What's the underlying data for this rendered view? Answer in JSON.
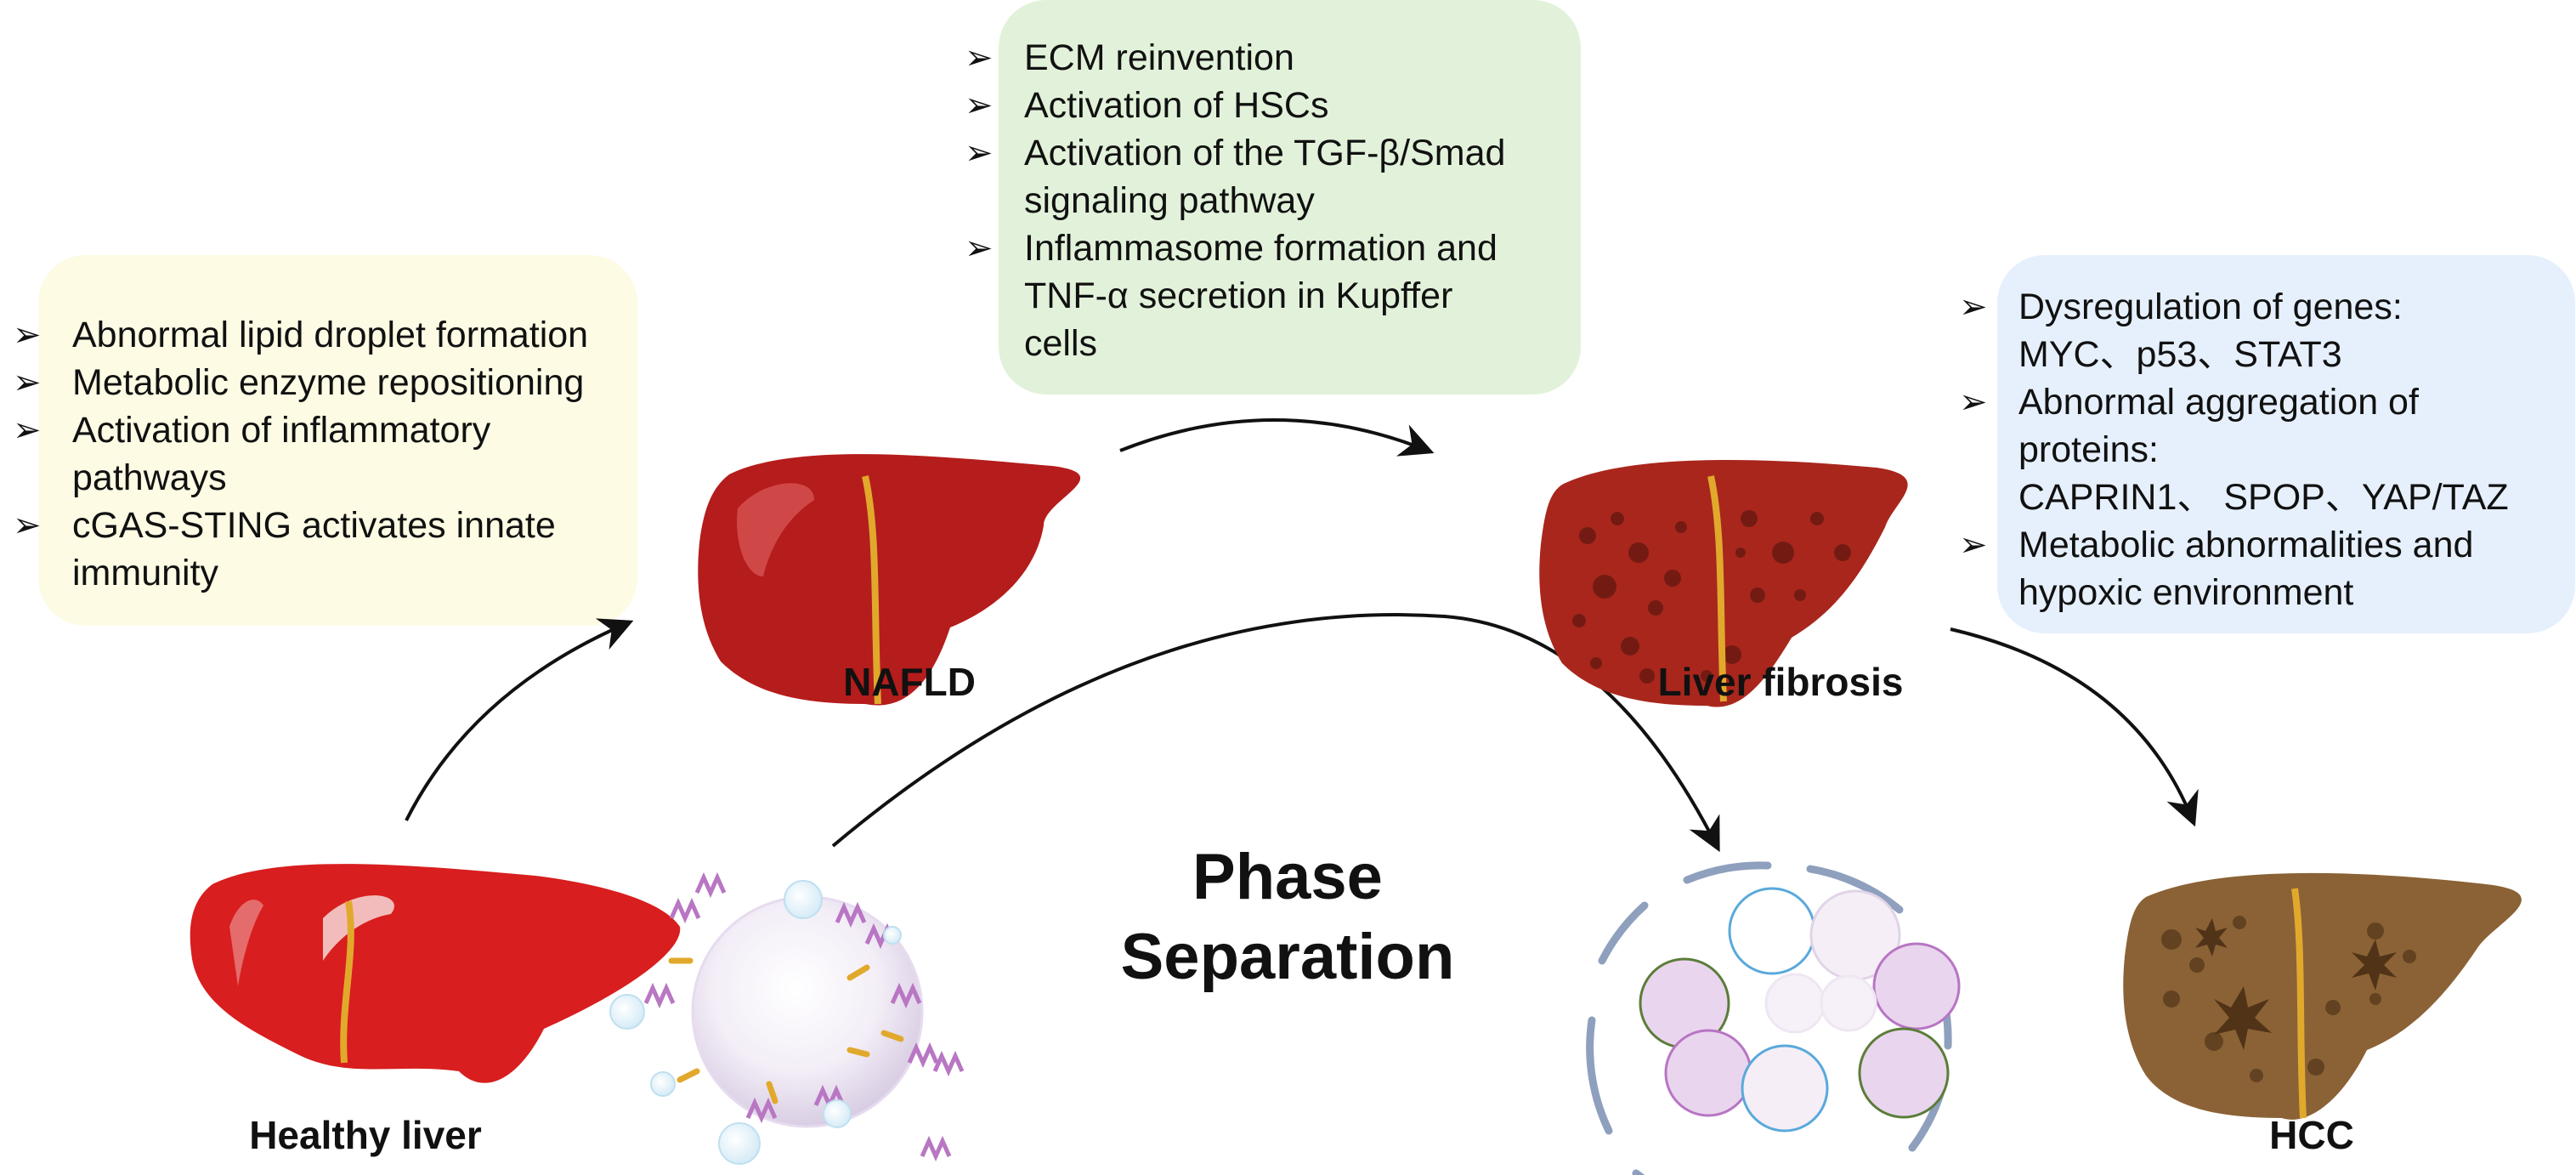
{
  "boxes": {
    "nafld_mechanisms": {
      "items": [
        [
          "Abnormal lipid droplet formation"
        ],
        [
          "Metabolic enzyme repositioning"
        ],
        [
          "Activation of inflammatory",
          "pathways"
        ],
        [
          "cGAS-STING activates innate",
          "immunity"
        ]
      ],
      "background": "#fdfbe4"
    },
    "fibrosis_mechanisms": {
      "items": [
        [
          "ECM reinvention"
        ],
        [
          "Activation of HSCs"
        ],
        [
          "Activation of the TGF-β/Smad",
          "signaling pathway"
        ],
        [
          "Inflammasome formation and",
          "TNF-α secretion in Kupffer",
          "cells"
        ]
      ],
      "background": "#e2f2da"
    },
    "hcc_mechanisms": {
      "items": [
        [
          "Dysregulation of genes:",
          "MYC、p53、STAT3"
        ],
        [
          "Abnormal aggregation of",
          "proteins:",
          "CAPRIN1、 SPOP、YAP/TAZ"
        ],
        [
          "Metabolic abnormalities and",
          "hypoxic environment"
        ]
      ],
      "background": "#e6f0fc"
    }
  },
  "bullet_symbol": "➢",
  "stages": {
    "healthy": "Healthy liver",
    "nafld": "NAFLD",
    "fibrosis": "Liver fibrosis",
    "hcc": "HCC"
  },
  "center_title": {
    "line1": "Phase",
    "line2": "Separation"
  },
  "colors": {
    "healthy_liver": "#d81e1e",
    "nafld_liver": "#b51c1c",
    "fibrosis_liver": "#a9261c",
    "hcc_liver": "#8a6236",
    "ligament": "#e1a92c",
    "arrow": "#111111"
  }
}
